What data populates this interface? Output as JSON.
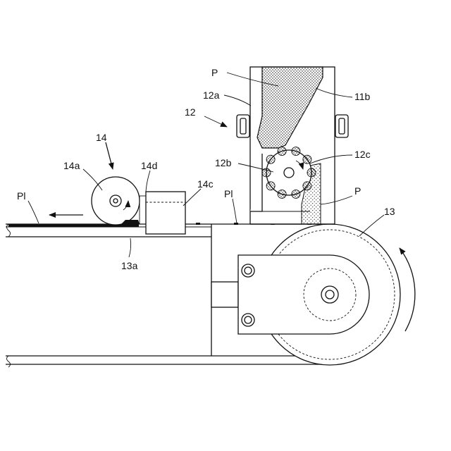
{
  "labels": {
    "powder_top": "P",
    "frame": "12a",
    "scraper": "11b",
    "feeder": "12",
    "hopper_rotor": "12b",
    "rotor_edge": "12c",
    "powder_side": "P",
    "roller_unit": "14",
    "roller": "14a",
    "cover": "14d",
    "box": "14c",
    "plate_left": "Pl",
    "plate_right": "Pl",
    "conveyor": "13",
    "belt": "13a"
  },
  "colors": {
    "line": "#111111",
    "powder": "#111111",
    "background": "#ffffff"
  }
}
